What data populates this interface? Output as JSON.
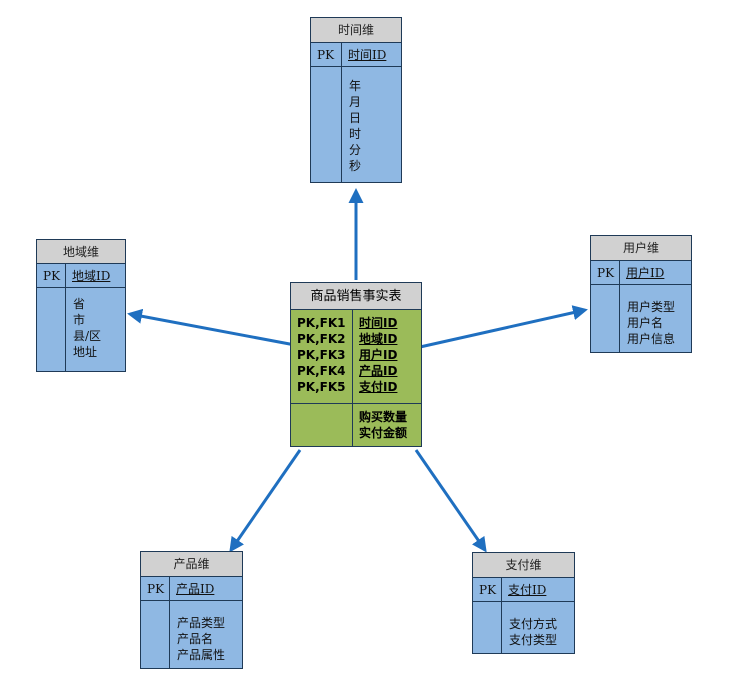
{
  "fact": {
    "title": "商品销售事实表",
    "keys": [
      "PK,FK1",
      "PK,FK2",
      "PK,FK3",
      "PK,FK4",
      "PK,FK5"
    ],
    "key_ids": [
      "时间ID",
      "地域ID",
      "用户ID",
      "产品ID",
      "支付ID"
    ],
    "measures": [
      "购买数量",
      "实付金额"
    ]
  },
  "time_dim": {
    "title": "时间维",
    "pk": "PK",
    "key": "时间ID",
    "attrs": [
      "年",
      "月",
      "日",
      "时",
      "分",
      "秒"
    ]
  },
  "region_dim": {
    "title": "地域维",
    "pk": "PK",
    "key": "地域ID",
    "attrs": [
      "省",
      "市",
      "县/区",
      "地址"
    ]
  },
  "user_dim": {
    "title": "用户维",
    "pk": "PK",
    "key": "用户ID",
    "attrs": [
      "用户类型",
      "用户名",
      "用户信息"
    ]
  },
  "product_dim": {
    "title": "产品维",
    "pk": "PK",
    "key": "产品ID",
    "attrs": [
      "产品类型",
      "产品名",
      "产品属性"
    ]
  },
  "payment_dim": {
    "title": "支付维",
    "pk": "PK",
    "key": "支付ID",
    "attrs": [
      "支付方式",
      "支付类型"
    ]
  },
  "colors": {
    "dimension_fill": "#8fb8e3",
    "fact_fill": "#9bbb59",
    "header_fill": "#d1d1d1",
    "arrow": "#1f6fc0"
  }
}
